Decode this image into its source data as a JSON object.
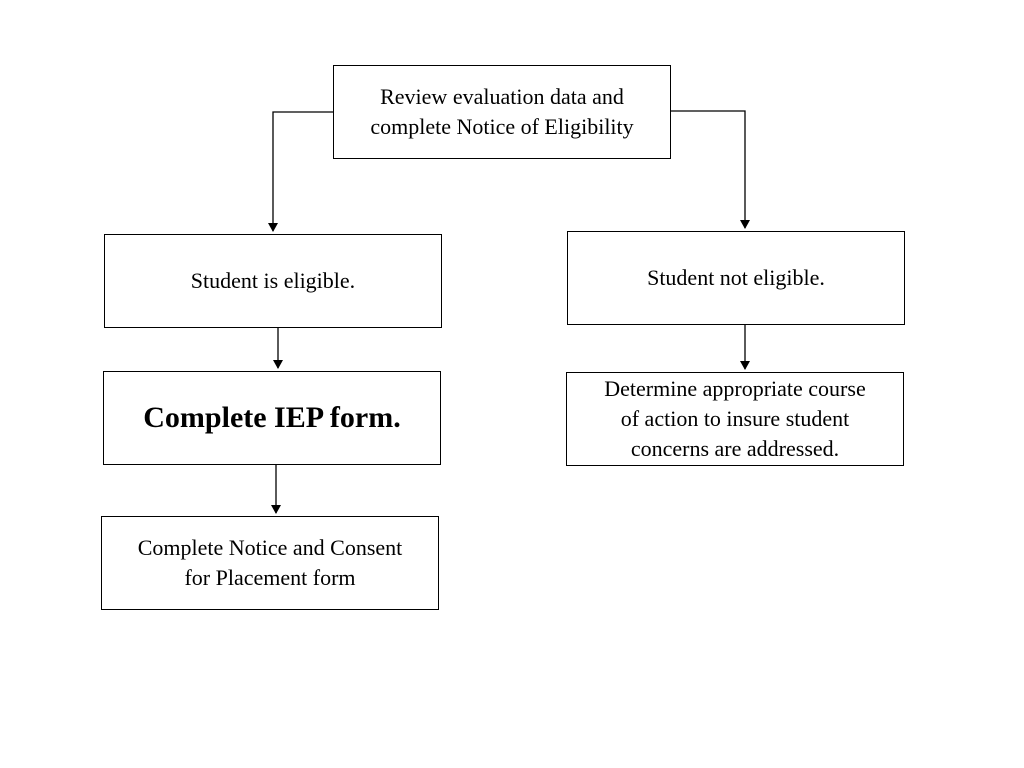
{
  "diagram": {
    "nodes": {
      "review": {
        "text": "Review evaluation data and\ncomplete Notice of Eligibility"
      },
      "eligible": {
        "text": "Student is eligible."
      },
      "not_eligible": {
        "text": "Student not eligible."
      },
      "iep": {
        "text": "Complete IEP form."
      },
      "course_of_action": {
        "text": "Determine appropriate course\nof action to insure student\nconcerns are addressed."
      },
      "consent": {
        "text": "Complete Notice and Consent\nfor Placement  form"
      }
    },
    "edges": [
      {
        "from": "review",
        "to": "eligible"
      },
      {
        "from": "review",
        "to": "not_eligible"
      },
      {
        "from": "eligible",
        "to": "iep"
      },
      {
        "from": "iep",
        "to": "consent"
      },
      {
        "from": "not_eligible",
        "to": "course_of_action"
      }
    ]
  }
}
